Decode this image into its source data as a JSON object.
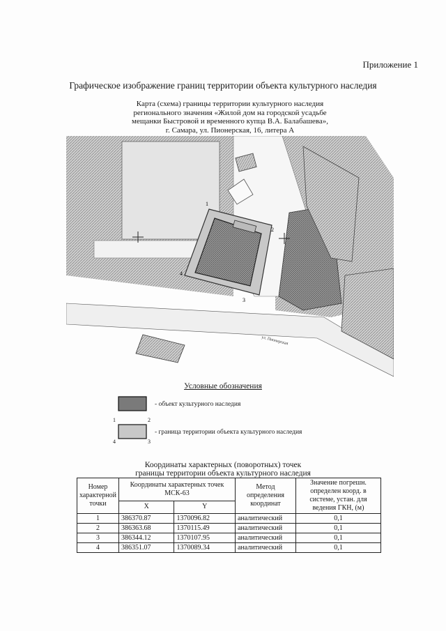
{
  "appendix": "Приложение 1",
  "main_title": "Графическое изображение границ территории объекта культурного наследия",
  "map_title": "Карта (схема) границы территории культурного наследия\nрегионального значения «Жилой дом на городской усадьбе\nмещанки Быстровой и временного купца В.А. Балабашева»,\nг. Самара, ул. Пионерская, 16, литера А",
  "map": {
    "street_label": "ул. Пионерская",
    "point_labels": [
      "1",
      "2",
      "3",
      "4"
    ]
  },
  "legend": {
    "title": "Условные обозначения",
    "items": [
      {
        "label": "- объект культурного наследия"
      },
      {
        "label": "- граница территории объекта культурного наследия",
        "corner_labels": [
          "1",
          "2",
          "4",
          "3"
        ]
      }
    ]
  },
  "coord_caption": "Координаты характерных (поворотных) точек\nграницы территории объекта культурного наследия",
  "table": {
    "headers": {
      "number": "Номер характерной точки",
      "coordinates": "Координаты характерных точек МСК-63",
      "x": "X",
      "y": "Y",
      "method": "Метод определения координат",
      "error": "Значение погрешн. определен коорд. в системе, устан. для ведения ГКН, (м)"
    },
    "rows": [
      {
        "num": "1",
        "x": "386370.87",
        "y": "1370096.82",
        "method": "аналитический",
        "error": "0,1"
      },
      {
        "num": "2",
        "x": "386363.68",
        "y": "1370115.49",
        "method": "аналитический",
        "error": "0,1"
      },
      {
        "num": "3",
        "x": "386344.12",
        "y": "1370107.95",
        "method": "аналитический",
        "error": "0,1"
      },
      {
        "num": "4",
        "x": "386351.07",
        "y": "1370089.34",
        "method": "аналитический",
        "error": "0,1"
      }
    ]
  }
}
